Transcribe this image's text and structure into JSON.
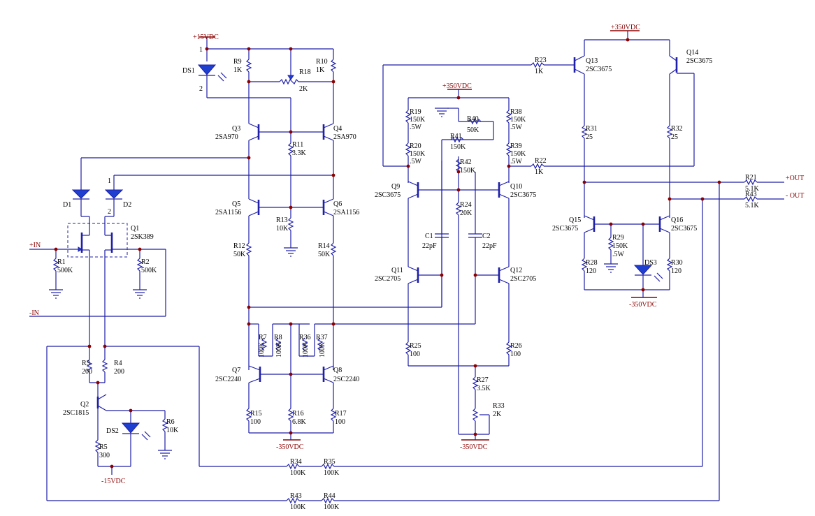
{
  "rails": {
    "p15": "+15VDC",
    "m15": "-15VDC",
    "p350_top": "+350VDC",
    "p350_mid": "+350VDC",
    "m350_a": "-350VDC",
    "m350_b": "-350VDC",
    "m350_c": "-350VDC"
  },
  "io": {
    "in_p": "+IN",
    "in_m": "-IN",
    "out_p": "+OUT",
    "out_m": "- OUT"
  },
  "pins": {
    "ds1_1": "1",
    "ds1_2": "2",
    "d2_1": "1",
    "d2_2": "2"
  },
  "parts": {
    "DS1": "DS1",
    "DS2": "DS2",
    "DS3": "DS3",
    "D1": "D1",
    "D2": "D2",
    "Q1": "Q1",
    "Q1v": "2SK389",
    "Q2": "Q2",
    "Q2v": "2SC1815",
    "Q3": "Q3",
    "Q3v": "2SA970",
    "Q4": "Q4",
    "Q4v": "2SA970",
    "Q5": "Q5",
    "Q5v": "2SA1156",
    "Q6": "Q6",
    "Q6v": "2SA1156",
    "Q7": "Q7",
    "Q7v": "2SC2240",
    "Q8": "Q8",
    "Q8v": "2SC2240",
    "Q9": "Q9",
    "Q9v": "2SC3675",
    "Q10": "Q10",
    "Q10v": "2SC3675",
    "Q11": "Q11",
    "Q11v": "2SC2705",
    "Q12": "Q12",
    "Q12v": "2SC2705",
    "Q13": "Q13",
    "Q13v": "2SC3675",
    "Q14": "Q14",
    "Q14v": "2SC3675",
    "Q15": "Q15",
    "Q15v": "2SC3675",
    "Q16": "Q16",
    "Q16v": "2SC3675",
    "R1": "R1",
    "R1v": "500K",
    "R2": "R2",
    "R2v": "500K",
    "R3": "R3",
    "R3v": "200",
    "R4": "R4",
    "R4v": "200",
    "R5": "R5",
    "R5v": "300",
    "R6": "R6",
    "R6v": "10K",
    "R7": "R7",
    "R7v": "100K",
    "R8": "R8",
    "R8v": "100K",
    "R9": "R9",
    "R9v": "1K",
    "R10": "R10",
    "R10v": "1K",
    "R11": "R11",
    "R11v": "3.3K",
    "R12": "R12",
    "R12v": "50K",
    "R13": "R13",
    "R13v": "10K",
    "R14": "R14",
    "R14v": "50K",
    "R15": "R15",
    "R15v": "100",
    "R16": "R16",
    "R16v": "6.8K",
    "R17": "R17",
    "R17v": "100",
    "R18": "R18",
    "R18v": "2K",
    "R19": "R19",
    "R19v": "150K",
    "R19w": ".5W",
    "R20": "R20",
    "R20v": "150K",
    "R20w": ".5W",
    "R21": "R21",
    "R21v": "5.1K",
    "R22": "R22",
    "R22v": "1K",
    "R23": "R23",
    "R23v": "1K",
    "R24": "R24",
    "R24v": "20K",
    "R25": "R25",
    "R25v": "100",
    "R26": "R26",
    "R26v": "100",
    "R27": "R27",
    "R27v": "3.5K",
    "R28": "R28",
    "R28v": "120",
    "R29": "R29",
    "R29v": "150K",
    "R29w": ".5W",
    "R30": "R30",
    "R30v": "120",
    "R31": "R31",
    "R31v": "25",
    "R32": "R32",
    "R32v": "25",
    "R33": "R33",
    "R33v": "2K",
    "R34": "R34",
    "R34v": "100K",
    "R35": "R35",
    "R35v": "100K",
    "R36": "R36",
    "R36v": "100K",
    "R37": "R37",
    "R37v": "100K",
    "R38": "R38",
    "R38v": "150K",
    "R38w": ".5W",
    "R39": "R39",
    "R39v": "150K",
    "R39w": ".5W",
    "R40": "R40",
    "R40v": "50K",
    "R41": "R41",
    "R41v": "150K",
    "R42": "R42",
    "R42v": "150K",
    "R43": "R43",
    "R43v": "100K",
    "R43b": "R43",
    "R43bv": "5.1K",
    "R44": "R44",
    "R44v": "100K",
    "C1": "C1",
    "C1v": "22pF",
    "C2": "C2",
    "C2v": "22pF"
  }
}
